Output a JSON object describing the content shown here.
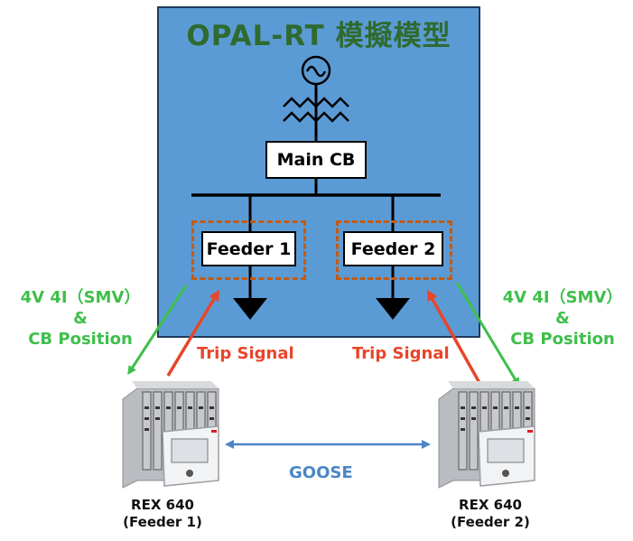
{
  "title": "OPAL-RT 模擬模型",
  "main_cb": "Main CB",
  "feeders": [
    {
      "label": "Feeder 1"
    },
    {
      "label": "Feeder 2"
    }
  ],
  "measurement_label": {
    "line1": "4V 4I（SMV）",
    "line2": "&",
    "line3": "CB Position"
  },
  "trip_signal": "Trip Signal",
  "goose": "GOOSE",
  "devices": [
    {
      "name": "REX 640",
      "sub": "(Feeder 1)"
    },
    {
      "name": "REX 640",
      "sub": "(Feeder 2)"
    }
  ],
  "colors": {
    "panel": "#5b9bd5",
    "title": "#2f6b2f",
    "measurement": "#3fbf4a",
    "trip": "#e8452a",
    "goose": "#4a86c8",
    "dashed": "#c55a11"
  },
  "icons": [
    "generator-icon",
    "transformer-icon",
    "load-icon",
    "relay-device-icon"
  ]
}
